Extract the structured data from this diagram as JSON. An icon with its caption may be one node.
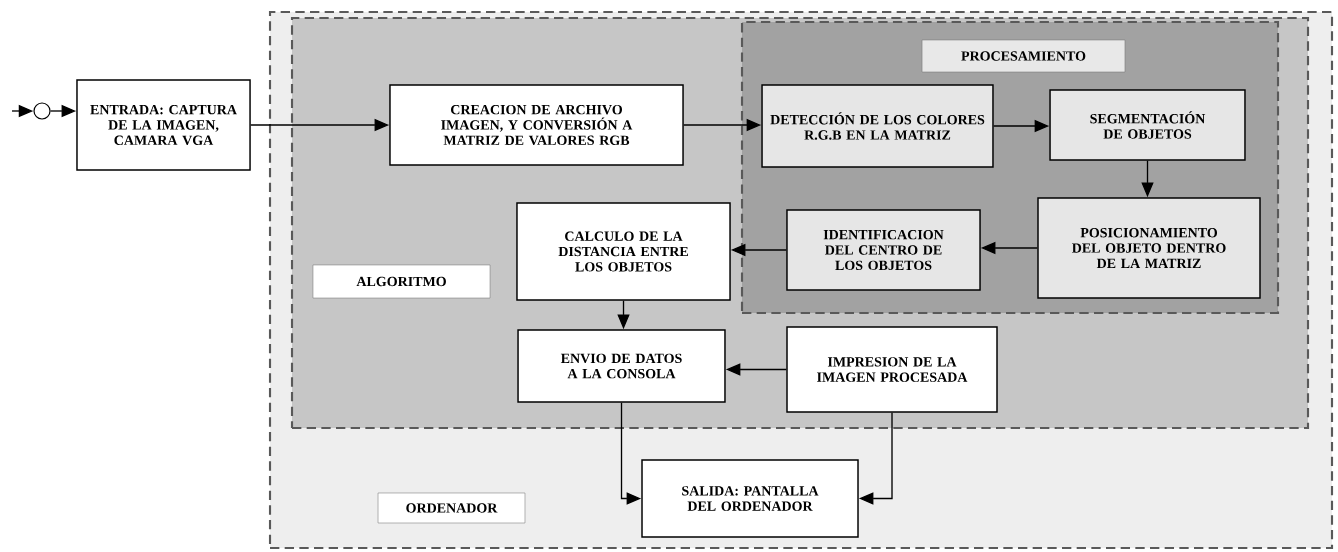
{
  "diagram": {
    "nodes": [
      {
        "text": [
          "ORDENADOR"
        ]
      },
      {
        "text": [
          "ALGORITMO"
        ],
        "in": 0
      },
      {
        "text": [
          "PROCESAMIENTO"
        ],
        "in": 1
      },
      {
        "text": [],
        "shape": "circle"
      },
      {
        "text": [
          "ENTRADA: CAPTURA DE LA IMAGEN, CAMARA VGA"
        ]
      },
      {
        "text": [
          "CREACION DE ARCHIVO IMAGEN, Y CONVERSIÓN A MATRIZ DE VALORES RGB"
        ],
        "in": 1
      },
      {
        "text": [
          "DETECCIÓN DE LOS COLORES R.G.B EN LA MATRIZ"
        ],
        "in": 2
      },
      {
        "text": [
          "SEGMENTACIÓN DE OBJETOS"
        ],
        "in": 2
      },
      {
        "text": [
          "POSICIONAMIENTO DEL OBJETO DENTRO DE LA MATRIZ"
        ],
        "in": 2
      },
      {
        "text": [
          "IDENTIFICACION DEL CENTRO DE LOS OBJETOS"
        ],
        "in": 2
      },
      {
        "text": [
          "CALCULO DE LA DISTANCIA ENTRE LOS OBJETOS"
        ],
        "in": 1
      },
      {
        "text": [
          "ENVIO DE DATOS A LA CONSOLA"
        ],
        "in": 1
      },
      {
        "text": [
          "IMPRESION DE LA IMAGEN PROCESADA"
        ],
        "in": 1
      },
      {
        "text": [
          "SALIDA: PANTALLA DEL ORDENADOR"
        ],
        "in": 0
      }
    ],
    "edges": [
      {
        "from": null,
        "to": 3,
        "arrow": "to"
      },
      {
        "from": 3,
        "to": 4,
        "arrow": "to"
      },
      {
        "from": 4,
        "to": 5,
        "arrow": "to"
      },
      {
        "from": 5,
        "to": 6,
        "arrow": "to"
      },
      {
        "from": 6,
        "to": 7,
        "arrow": "to"
      },
      {
        "from": 7,
        "to": 8,
        "arrow": "to"
      },
      {
        "from": 8,
        "to": 9,
        "arrow": "to"
      },
      {
        "from": 9,
        "to": 10,
        "arrow": "to"
      },
      {
        "from": 10,
        "to": 11,
        "arrow": "to"
      },
      {
        "from": 12,
        "to": 11,
        "arrow": "to"
      },
      {
        "from": 11,
        "to": 13,
        "arrow": "to"
      },
      {
        "from": 12,
        "to": 13,
        "arrow": "to"
      }
    ]
  }
}
